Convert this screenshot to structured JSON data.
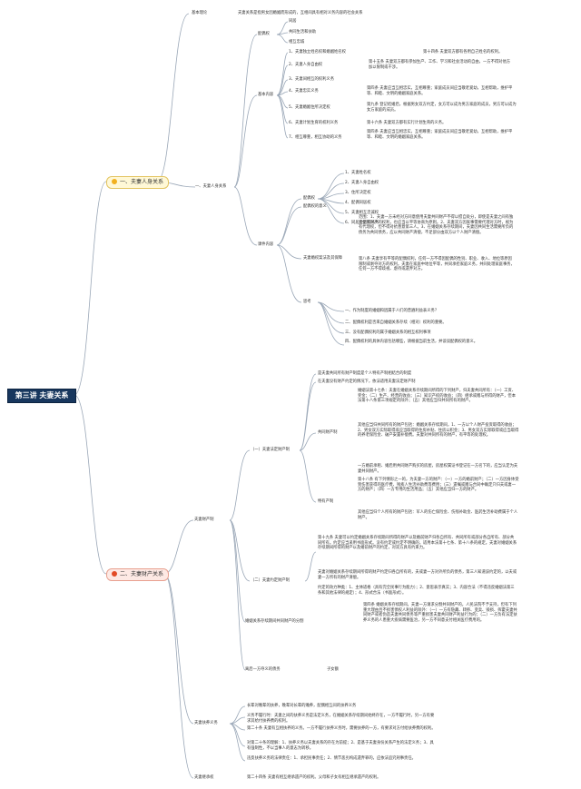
{
  "root": "第三讲 夫妻关系",
  "ch1": {
    "label": "一、夫妻人身关系",
    "basic_concept": "基本理论",
    "basic_def": "夫妻关系是指男女因婚姻而形成的，互相间具有相对义务内容的社会关系",
    "sub1": "一、夫妻人身关系",
    "spouse_right": "配偶权",
    "spouse_items": [
      "同居",
      "共同生活和扶助",
      "相互忠诚"
    ],
    "basic_content": "基本内容",
    "content_rows": [
      {
        "label": "1、夫妻独立姓名权和婚姻姓名权",
        "desc": "第十四条 夫妻双方都有各用自己姓名的权利。"
      },
      {
        "label": "2、夫妻人身自由权",
        "desc": "第十五条 夫妻双方都有参加生产、工作、学习和社会活动的自由，一方不得对他方加以限制或干涉。"
      },
      {
        "label": "3、夫妻间相互的权利义务",
        "desc": ""
      },
      {
        "label": "4、夫妻忠实义务",
        "desc": "第四条 夫妻应当互相忠实，互相尊重；家庭成员间应当敬老爱幼，互相帮助，维护平等、和睦、文明的婚姻家庭关系。"
      },
      {
        "label": "5、夫妻婚姻住所决定权",
        "desc": "第九条 登记结婚后，根据男女双方约定，女方可以成为男方家庭的成员，男方可以成为女方家庭的成员。"
      },
      {
        "label": "6、夫妻计划生育的权利义务",
        "desc": "第十六条 夫妻双方都有实行计划生育的义务。"
      },
      {
        "label": "7、相互尊重，相互协助的义务",
        "desc": "第四条 夫妻应当互相忠实，互相尊重；家庭成员间应当敬老爱幼，互相帮助，维护平等、和睦、文明的婚姻家庭关系。"
      }
    ],
    "spouse_content": "配偶权",
    "spouse_rights": [
      "1、夫妻姓名权",
      "2、夫妻人身自由权",
      "3、住所决定权",
      "4、配偶同居权",
      "5、夫妻相互忠诚权",
      "6、同居及忠实义务"
    ],
    "spouse_aim": "配偶权的意义",
    "special_content": "课件内容",
    "protection_title": "夫妻婚权案法及其保障",
    "protection_text_1": "范围：1、夫妻一方未经对方同意使用夫妻共同财产不得以擅自处分，即使是夫妻之间有独立使用财产的权利，也应当以平等协商为原则。2、夫妻双方因家事需要代理对方时，视为有代理权，但不得对抗善意第三人。3、在婚姻关系存续期间，夫妻因共同生活需要所负的债务为共同债务，应以共同财产清偿，不足部分由双方以个人财产清偿。",
    "protection_text_2": "第八条 夫妻享有平等的配偶权利，任何一方不得因配偶的性别、职业、收入、地位等原因限制或剥夺对方的权利。夫妻在家庭中地位平等，共同承担家庭义务，共同处理家庭事务，任何一方不得歧视、虐待或遗弃对方。",
    "think_title": "思考",
    "questions": [
      "一、作为制度的婚姻和因属于人们的普遍利益表义务？",
      "二、配偶权利是否来自婚姻关系存续（相对）权利的重要。",
      "三、没有配偶权利的属于婚姻关系的相互权利事项",
      "四、配偶权利的具体内容包括哪些，请根据当前生活，并谈谈配偶权的意义。"
    ]
  },
  "ch2": {
    "label": "二、夫妻财产关系",
    "property": "夫妻财产制",
    "legal": "（一）夫妻法定财产制",
    "legal_desc_1": "是夫妻共同所有财产制度是个人特有产制相结合的制度",
    "legal_desc_2": "在夫妻没有财产约定的情况下，依法适用夫妻法定财产制",
    "common_label": "共同财产制",
    "common_text_1": "婚姻法第十七条：夫妻在婚姻关系存续期间所得的下列财产，归夫妻共同所有：（一）工资、奖金；（二）生产、经营的收益；（三）知识产权的收益；（四）继承或赠与所得的财产，但本法第十八条第三项规定的除外；（五）其他应当归共同所有的财产。",
    "common_text_2": "其他应当归共同所有的财产包括：婚姻关系存续期间，1、一方以个人财产投资取得的收益；2、男女双方实际取得或应当取得的住房补贴、住房公积金；3、男女双方实际取得或应当取得的养老保险金、破产安置补偿费。夫妻对共同所有的财产，有平等的处理权。",
    "common_text_3": "一方婚前承租、婚后用共同财产购买的房屋，房屋权属证书登记在一方名下的，应当认定为夫妻共同财产。",
    "special_label": "特有产制",
    "special_text_1": "第十八条 有下列情形之一的，为夫妻一方的财产：（一）一方的婚前财产；（二）一方因身体受到伤害获得的医疗费、残疾人生活补助费等费用；（三）遗嘱或赠与合同中确定只归夫或妻一方的财产；（四）一方专用的生活用品；（五）其他应当归一方的财产。",
    "special_text_2": "其他应当归个人所有的财产包括：军人的伤亡保险金、伤残补助金、医药生活补助费属于个人财产。",
    "agreed": "（二）夫妻约定财产制",
    "agreed_text_1": "第十九条 夫妻可以约定婚姻关系存续期间所得的财产以及婚前财产归各自所有、共同所有或部分各自所有、部分共同所有。约定应当采用书面形式。没有约定或约定不明确的，适用本法第十七条、第十八条的规定。夫妻对婚姻关系存续期间所得的财产以及婚前财产的约定，对双方具有约束力。",
    "agreed_text_2": "夫妻对婚姻关系存续期间所得的财产约定归各自所有的，夫或妻一方对外所负的债务，第三人知道该约定的，以夫或妻一方所有的财产清偿。",
    "agreed_text_3": "约定的效力种类：1、主体适格（具有完全民事行为能力）；2、意思表示真实；3、内容合法（不得违反婚姻法第三条和其他法律的规定）；4、形式合法（书面形式）。",
    "division": "婚姻关系存续期间共同财产的分割",
    "division_text": "第四条 婚姻关系存续期间，夫妻一方请求分割共同财产的，人民法院不予支持，但有下列重大理由且不损害债权人利益的除外：（一）一方有隐藏、转移、变卖、毁损、挥霍夫妻共同财产或者伪造夫妻共同债务等严重损害夫妻共同财产利益行为的；（二）一方负有法定扶养义务的人患重大疾病需要医治，另一方不同意支付相关医疗费用的。",
    "debt_label": "离后一方夺义的债务",
    "debt_item": "子女额",
    "support": "夫妻扶养义务",
    "support_items": [
      "长辈对晚辈的扶养，晚辈对长辈的赡养，配偶相互间的扶养义务",
      "义务不履行时：夫妻之间的扶养义务是法定义务，在婚姻关系存续期间始终存在，一方不履行时，另一方有要求其给付扶养费的权利。",
      "第二十条 夫妻有互相扶养的义务。一方不履行扶养义务时，需要扶养的一方，有要求对方付给扶养费的权利。",
      "对第二十条的理解：1、扶养义务以夫妻关系的存在为前提；2、是基于夫妻身份关系产生的法定义务；3、具有强制性，不以当事人的意志为转移。",
      "违反扶养义务的法律责任：1、承担民事责任；2、情节恶劣构成遗弃罪的，应依法追究刑事责任。"
    ],
    "inherit": "夫妻继承权",
    "inherit_text": "第二十四条 夫妻有相互继承遗产的权利。父母和子女有相互继承遗产的权利。"
  }
}
